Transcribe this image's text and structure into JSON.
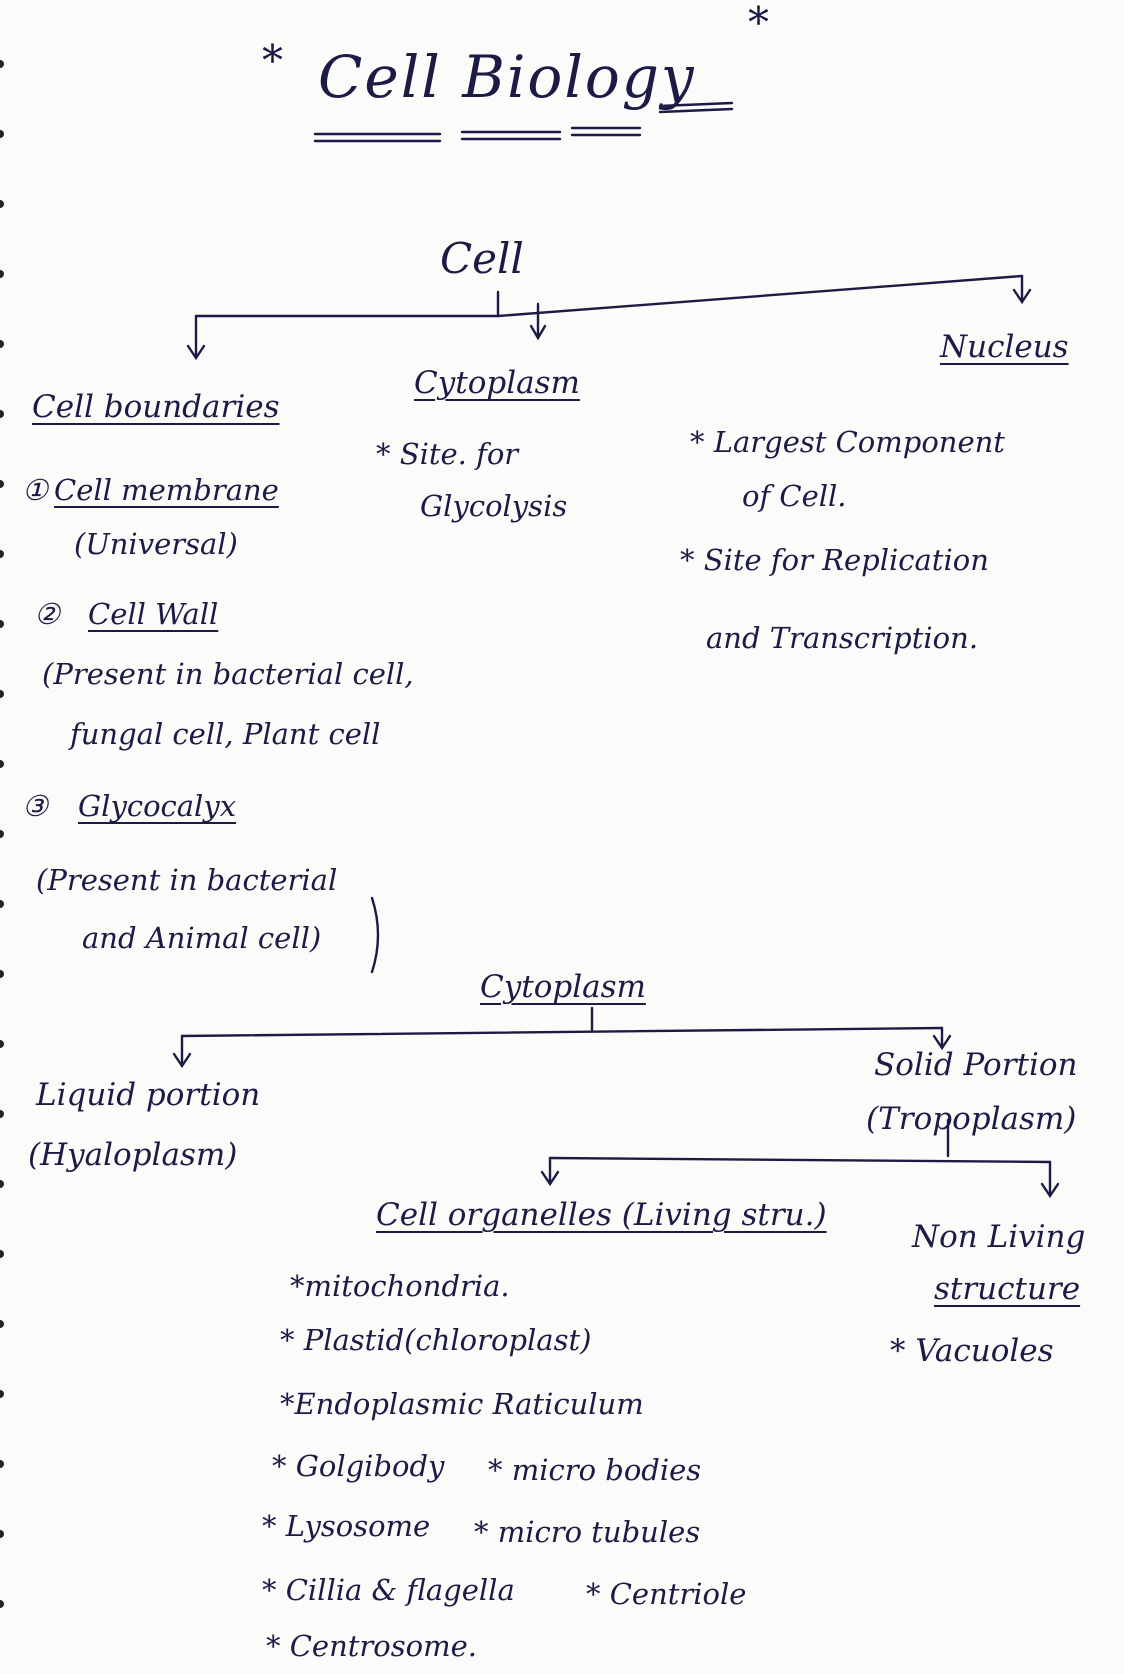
{
  "title": {
    "star_left": "*",
    "star_right": "*",
    "text": "Cell Biology"
  },
  "cell": {
    "root": "Cell",
    "boundaries": {
      "heading": "Cell boundaries",
      "items": [
        {
          "num": "①",
          "name": "Cell membrane",
          "note": "(Universal)"
        },
        {
          "num": "②",
          "name": "Cell Wall",
          "note_lines": [
            "(Present in bacterial cell,",
            "fungal cell, Plant cell"
          ]
        },
        {
          "num": "③",
          "name": "Glycocalyx",
          "note_lines": [
            "(Present in bacterial",
            "and Animal cell)"
          ]
        }
      ]
    },
    "cytoplasm": {
      "heading": "Cytoplasm",
      "lines": [
        "* Site. for",
        "Glycolysis"
      ]
    },
    "nucleus": {
      "heading": "Nucleus",
      "lines": [
        "* Largest Component",
        "of Cell.",
        "* Site for Replication",
        "and Transcription."
      ]
    }
  },
  "cytoplasm_tree": {
    "root": "Cytoplasm",
    "liquid": {
      "heading": "Liquid portion",
      "sub": "(Hyaloplasm)"
    },
    "solid": {
      "heading": "Solid Portion",
      "sub": "(Tropoplasm)"
    },
    "organelles": {
      "heading": "Cell organelles (Living stru.)",
      "items": [
        "*mitochondria.",
        "* Plastid(chloroplast)",
        "*Endoplasmic Raticulum",
        "* Golgibody",
        "* micro bodies",
        "* Lysosome",
        "* micro tubules",
        "* Cillia & flagella",
        "* Centriole",
        "* Centrosome."
      ]
    },
    "non_living": {
      "heading_lines": [
        "Non Living",
        "structure"
      ],
      "items": [
        "* Vacuoles"
      ]
    }
  }
}
